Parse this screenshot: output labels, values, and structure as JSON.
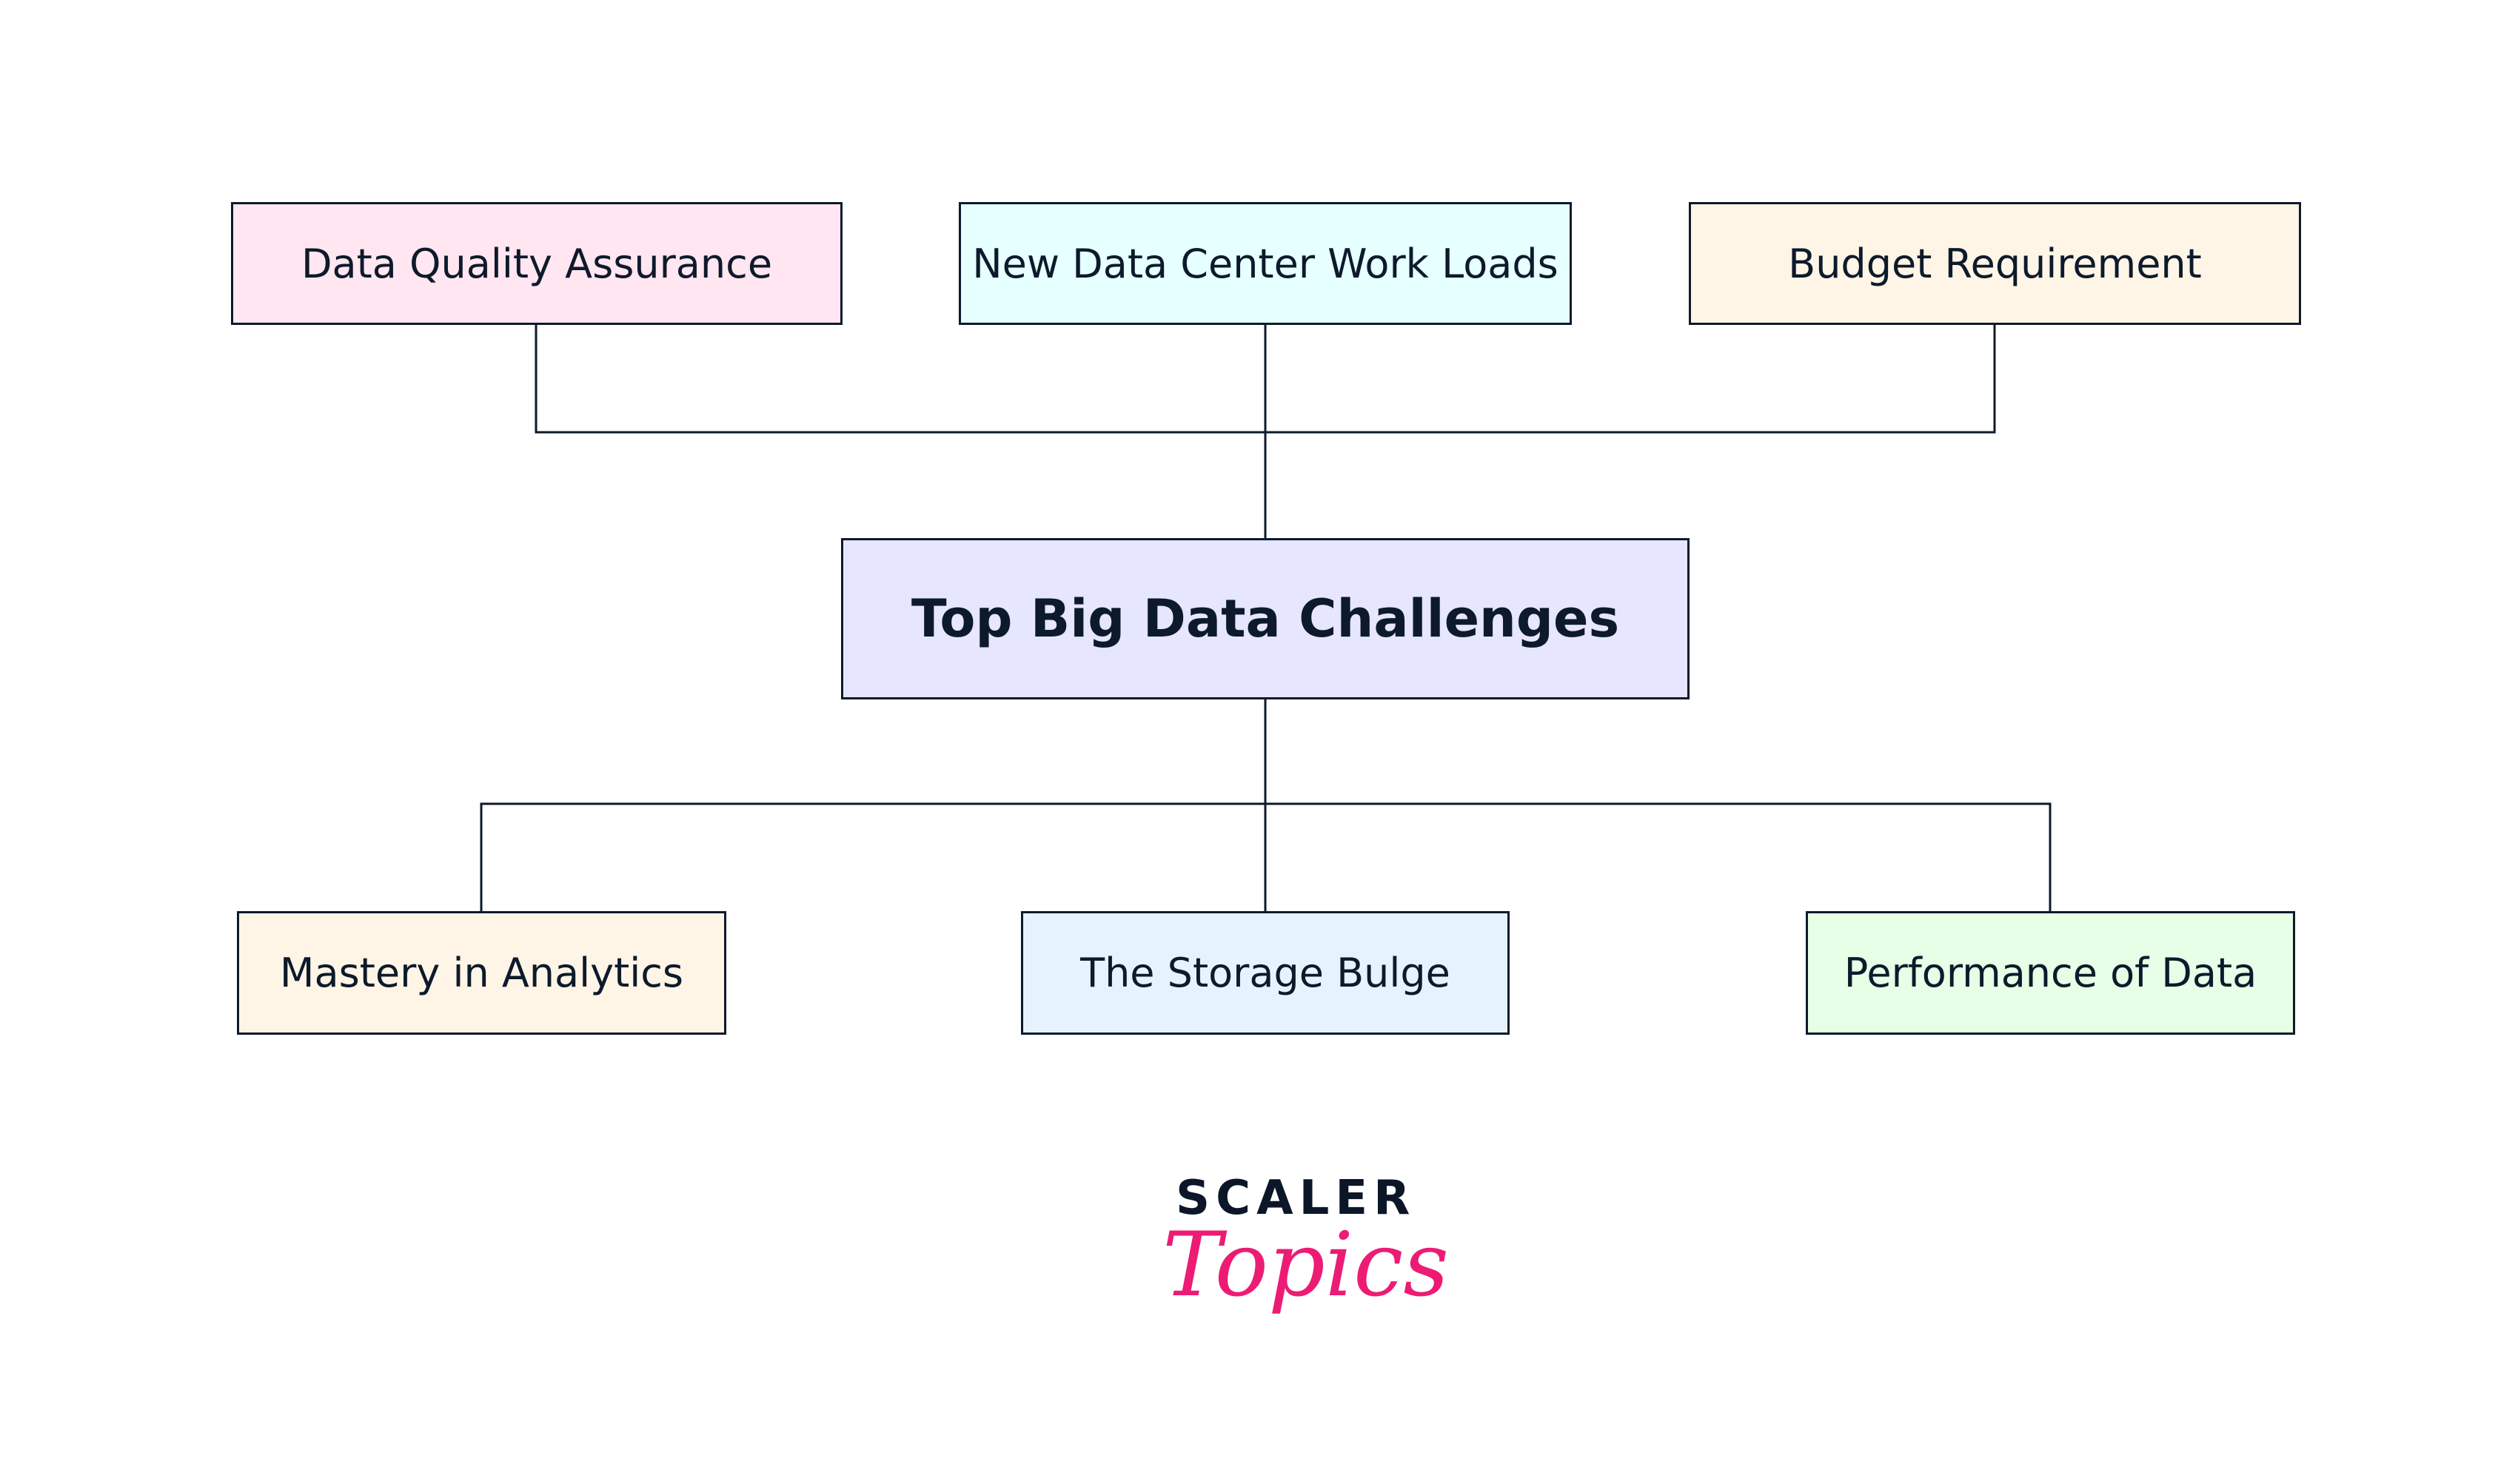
{
  "diagram": {
    "center": {
      "label": "Top Big Data Challenges",
      "color": "#e6e6ff"
    },
    "top_nodes": [
      {
        "label": "Data Quality Assurance",
        "color": "#ffe6f0"
      },
      {
        "label": "New Data Center Work Loads",
        "color": "#e6ffff"
      },
      {
        "label": "Budget Requirement",
        "color": "#fff5e6"
      }
    ],
    "bottom_nodes": [
      {
        "label": "Mastery in Analytics",
        "color": "#fff5e6"
      },
      {
        "label": "The Storage Bulge",
        "color": "#e6f3ff"
      },
      {
        "label": "Performance of Data",
        "color": "#e6ffe6"
      }
    ]
  },
  "logo": {
    "line1": "SCALER",
    "line2": "Topics",
    "color1": "#0b1628",
    "color2": "#ec1c74"
  }
}
